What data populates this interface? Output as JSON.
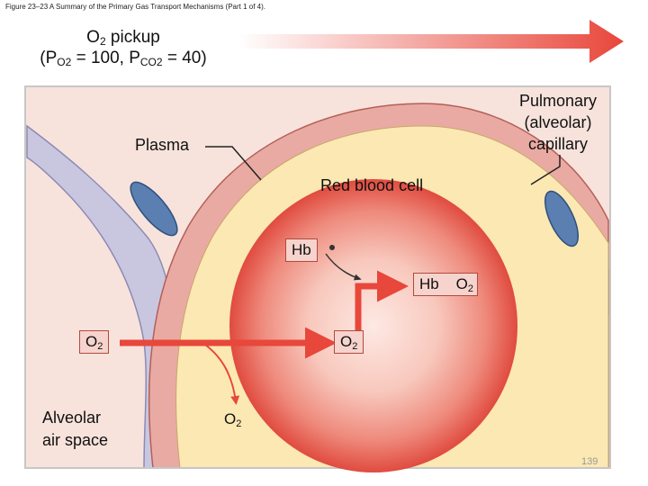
{
  "caption": "Figure 23–23 A Summary of the Primary Gas Transport Mechanisms (Part 1 of 4).",
  "header": {
    "line1_main": "O",
    "line1_sub": "2",
    "line1_rest": " pickup",
    "po2_open": "(P",
    "po2_sub": "O2",
    "po2_val": " = 100, P",
    "pco2_sub": "CO2",
    "pco2_val": " = 40)"
  },
  "labels": {
    "pulmonary_capillary": [
      "Pulmonary",
      "(alveolar)",
      "capillary"
    ],
    "plasma": "Plasma",
    "red_blood_cell": "Red blood cell",
    "alveolar_air_space": [
      "Alveolar",
      "air space"
    ]
  },
  "molecules": {
    "hb": "Hb",
    "hbo2_hb": "Hb",
    "hbo2_o": "O",
    "hbo2_sub": "2",
    "o2_alveolar_main": "O",
    "o2_alveolar_sub": "2",
    "o2_cell_main": "O",
    "o2_cell_sub": "2",
    "o2_plasma_main": "O",
    "o2_plasma_sub": "2"
  },
  "page_number": "139",
  "colors": {
    "accent_arrow": "#e8473b",
    "alveolar_wall": "#e9aaa3",
    "alveolar_space": "#f7e3dc",
    "plasma": "#fbe8b2",
    "rbc_center": "#fce6df",
    "rbc_edge": "#e44a3f",
    "nucleus": "#5a7fb0",
    "interstitial": "#c9c7e0"
  }
}
